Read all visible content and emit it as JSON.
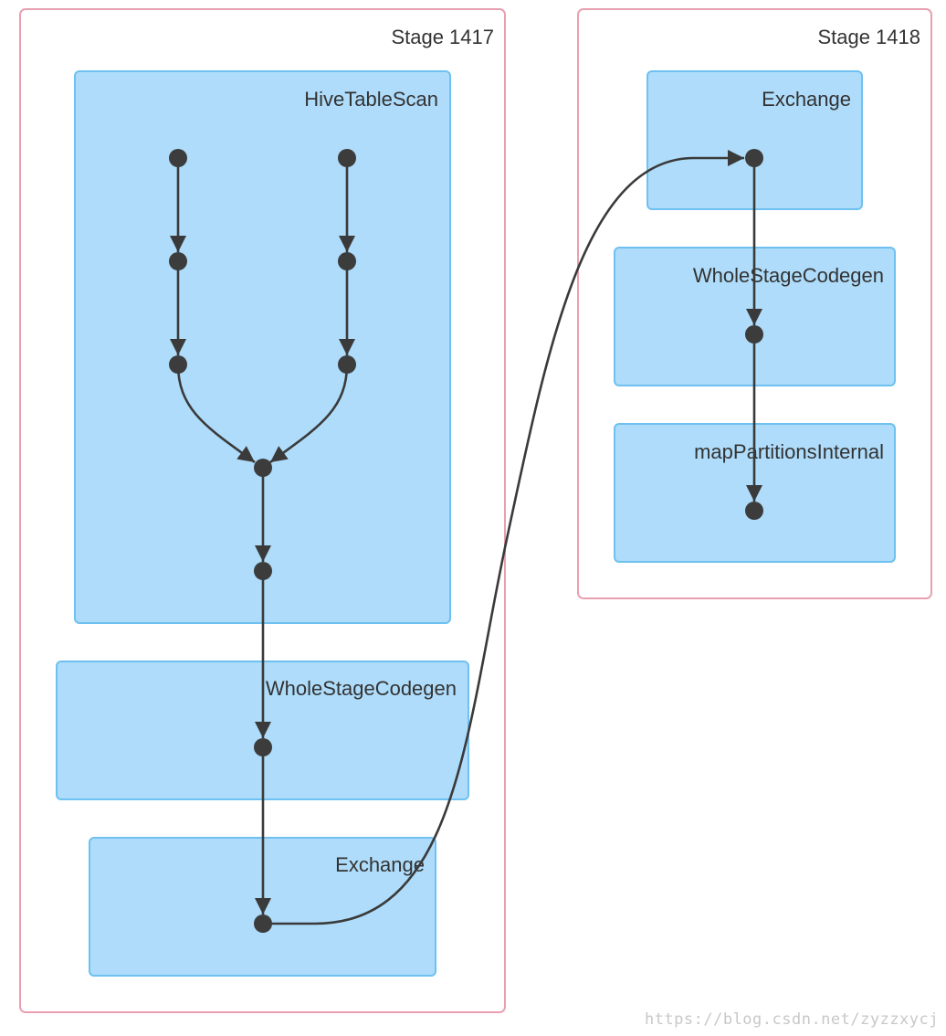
{
  "stages": [
    {
      "label": "Stage 1417",
      "clusters": [
        {
          "label": "HiveTableScan"
        },
        {
          "label": "WholeStageCodegen"
        },
        {
          "label": "Exchange"
        }
      ]
    },
    {
      "label": "Stage 1418",
      "clusters": [
        {
          "label": "Exchange"
        },
        {
          "label": "WholeStageCodegen"
        },
        {
          "label": "mapPartitionsInternal"
        }
      ]
    }
  ],
  "watermark": "https://blog.csdn.net/zyzzxycj",
  "colors": {
    "stage_border": "#e8a0b0",
    "cluster_fill": "#aedcfa",
    "cluster_border": "#6ec1f0",
    "node": "#3c3c3c",
    "edge": "#3a3a3a"
  }
}
